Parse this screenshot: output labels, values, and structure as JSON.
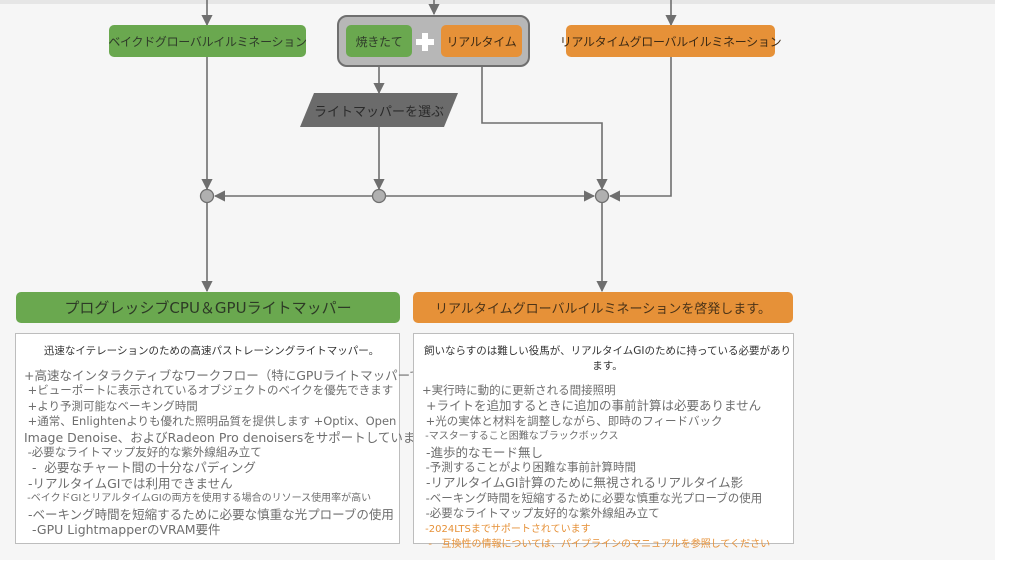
{
  "colors": {
    "baked_green": "#6aa84f",
    "realtime_orange": "#e69138",
    "group_gray": "#b7b7b7",
    "connector_gray": "#6f6f6f",
    "node_dot_gray": "#b0b0b0"
  },
  "top_nodes": {
    "baked_gi": "ベイクドグローバルイルミネーション",
    "combo_group": {
      "baked": "焼きたて",
      "plus_icon": "plus-icon",
      "realtime": "リアルタイム"
    },
    "realtime_gi": "リアルタイムグローバルイルミネーション"
  },
  "decision": {
    "label": "ライトマッパーを選ぶ"
  },
  "left_column": {
    "heading": "プログレッシブCPU＆GPUライトマッパー",
    "subtitle": "迅速なイテレーションのための高速パストレーシングライトマッパー。",
    "lines": [
      {
        "text": "+高速なインタラクティブなワークフロー（特にGPUライトマッパーで）",
        "size": "l"
      },
      {
        "text": " +ビューポートに表示されているオブジェクトのベイクを優先できます",
        "size": "m"
      },
      {
        "text": " +より予測可能なベーキング時間",
        "size": "m"
      },
      {
        "text": " +通常、Enlightenよりも優れた照明品質を提供します +Optix、Open",
        "size": "m"
      },
      {
        "text": "Image Denoise、およびRadeon Pro denoisersをサポートしています",
        "size": "l"
      },
      {
        "text": " -必要なライトマップ友好的な紫外線組み立て",
        "size": "m"
      },
      {
        "text": "  -  必要なチャート間の十分なパディング",
        "size": "l"
      },
      {
        "text": " -リアルタイムGIでは利用できません",
        "size": "l"
      },
      {
        "text": " -ベイクドGIとリアルタイムGIの両方を使用する場合のリソース使用率が高い",
        "size": "s"
      },
      {
        "text": " -ベーキング時間を短縮するために必要な慎重な光プローブの使用",
        "size": "l"
      },
      {
        "text": "  -GPU LightmapperのVRAM要件",
        "size": "l"
      }
    ]
  },
  "right_column": {
    "heading": "リアルタイムグローバルイルミネーションを啓発します。",
    "subtitle": "飼いならすのは難しい役馬が、リアルタイムGIのために持っている必要があります。",
    "lines": [
      {
        "text": "+実行時に動的に更新される間接照明",
        "size": "m",
        "accent": false
      },
      {
        "text": " +ライトを追加するときに追加の事前計算は必要ありません",
        "size": "l",
        "accent": false
      },
      {
        "text": " +光の実体と材料を調整しながら、即時のフィードバック",
        "size": "m",
        "accent": false
      },
      {
        "text": " -マスターすること困難なブラックボックス",
        "size": "s",
        "accent": false
      },
      {
        "text": " -進歩的なモード無し",
        "size": "l",
        "accent": false
      },
      {
        "text": " -予測することがより困難な事前計算時間",
        "size": "m",
        "accent": false
      },
      {
        "text": " -リアルタイムGI計算のために無視されるリアルタイム影",
        "size": "l",
        "accent": false
      },
      {
        "text": " -ベーキング時間を短縮するために必要な慎重な光プローブの使用",
        "size": "m",
        "accent": false
      },
      {
        "text": " -必要なライトマップ友好的な紫外線組み立て",
        "size": "m",
        "accent": false
      },
      {
        "text": " -2024LTSまでサポートされています",
        "size": "s",
        "accent": true
      },
      {
        "text": "  -   互換性の情報については、パイプラインのマニュアルを参照してください",
        "size": "s",
        "accent": true
      }
    ]
  }
}
